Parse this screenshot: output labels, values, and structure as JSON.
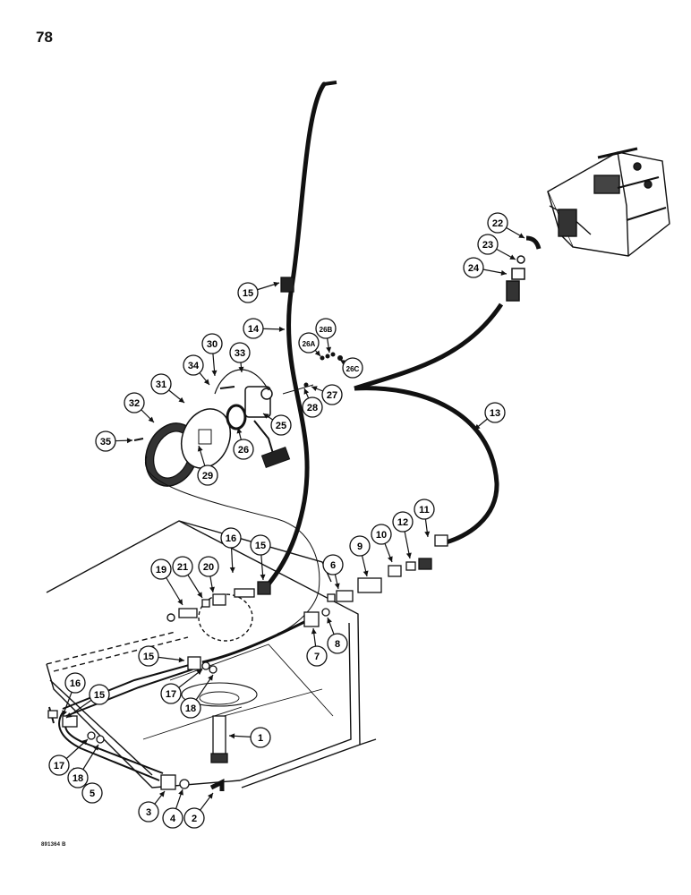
{
  "page_number": "78",
  "figure_code": "891364 B",
  "callouts": [
    {
      "id": "c1",
      "label": "1"
    },
    {
      "id": "c2",
      "label": "2"
    },
    {
      "id": "c3",
      "label": "3"
    },
    {
      "id": "c4",
      "label": "4"
    },
    {
      "id": "c5",
      "label": "5"
    },
    {
      "id": "c6",
      "label": "6"
    },
    {
      "id": "c7",
      "label": "7"
    },
    {
      "id": "c8",
      "label": "8"
    },
    {
      "id": "c9",
      "label": "9"
    },
    {
      "id": "c10",
      "label": "10"
    },
    {
      "id": "c11",
      "label": "11"
    },
    {
      "id": "c12",
      "label": "12"
    },
    {
      "id": "c13",
      "label": "13"
    },
    {
      "id": "c14",
      "label": "14"
    },
    {
      "id": "c15a",
      "label": "15"
    },
    {
      "id": "c15b",
      "label": "15"
    },
    {
      "id": "c15c",
      "label": "15"
    },
    {
      "id": "c15d",
      "label": "15"
    },
    {
      "id": "c16a",
      "label": "16"
    },
    {
      "id": "c16b",
      "label": "16"
    },
    {
      "id": "c17a",
      "label": "17"
    },
    {
      "id": "c17b",
      "label": "17"
    },
    {
      "id": "c18a",
      "label": "18"
    },
    {
      "id": "c18b",
      "label": "18"
    },
    {
      "id": "c19",
      "label": "19"
    },
    {
      "id": "c20",
      "label": "20"
    },
    {
      "id": "c21",
      "label": "21"
    },
    {
      "id": "c22",
      "label": "22"
    },
    {
      "id": "c23",
      "label": "23"
    },
    {
      "id": "c24",
      "label": "24"
    },
    {
      "id": "c25",
      "label": "25"
    },
    {
      "id": "c26",
      "label": "26"
    },
    {
      "id": "c26a",
      "label": "26A"
    },
    {
      "id": "c26b",
      "label": "26B"
    },
    {
      "id": "c26c",
      "label": "26C"
    },
    {
      "id": "c27",
      "label": "27"
    },
    {
      "id": "c28",
      "label": "28"
    },
    {
      "id": "c29",
      "label": "29"
    },
    {
      "id": "c30",
      "label": "30"
    },
    {
      "id": "c31",
      "label": "31"
    },
    {
      "id": "c32",
      "label": "32"
    },
    {
      "id": "c33",
      "label": "33"
    },
    {
      "id": "c34",
      "label": "34"
    },
    {
      "id": "c35",
      "label": "35"
    }
  ]
}
